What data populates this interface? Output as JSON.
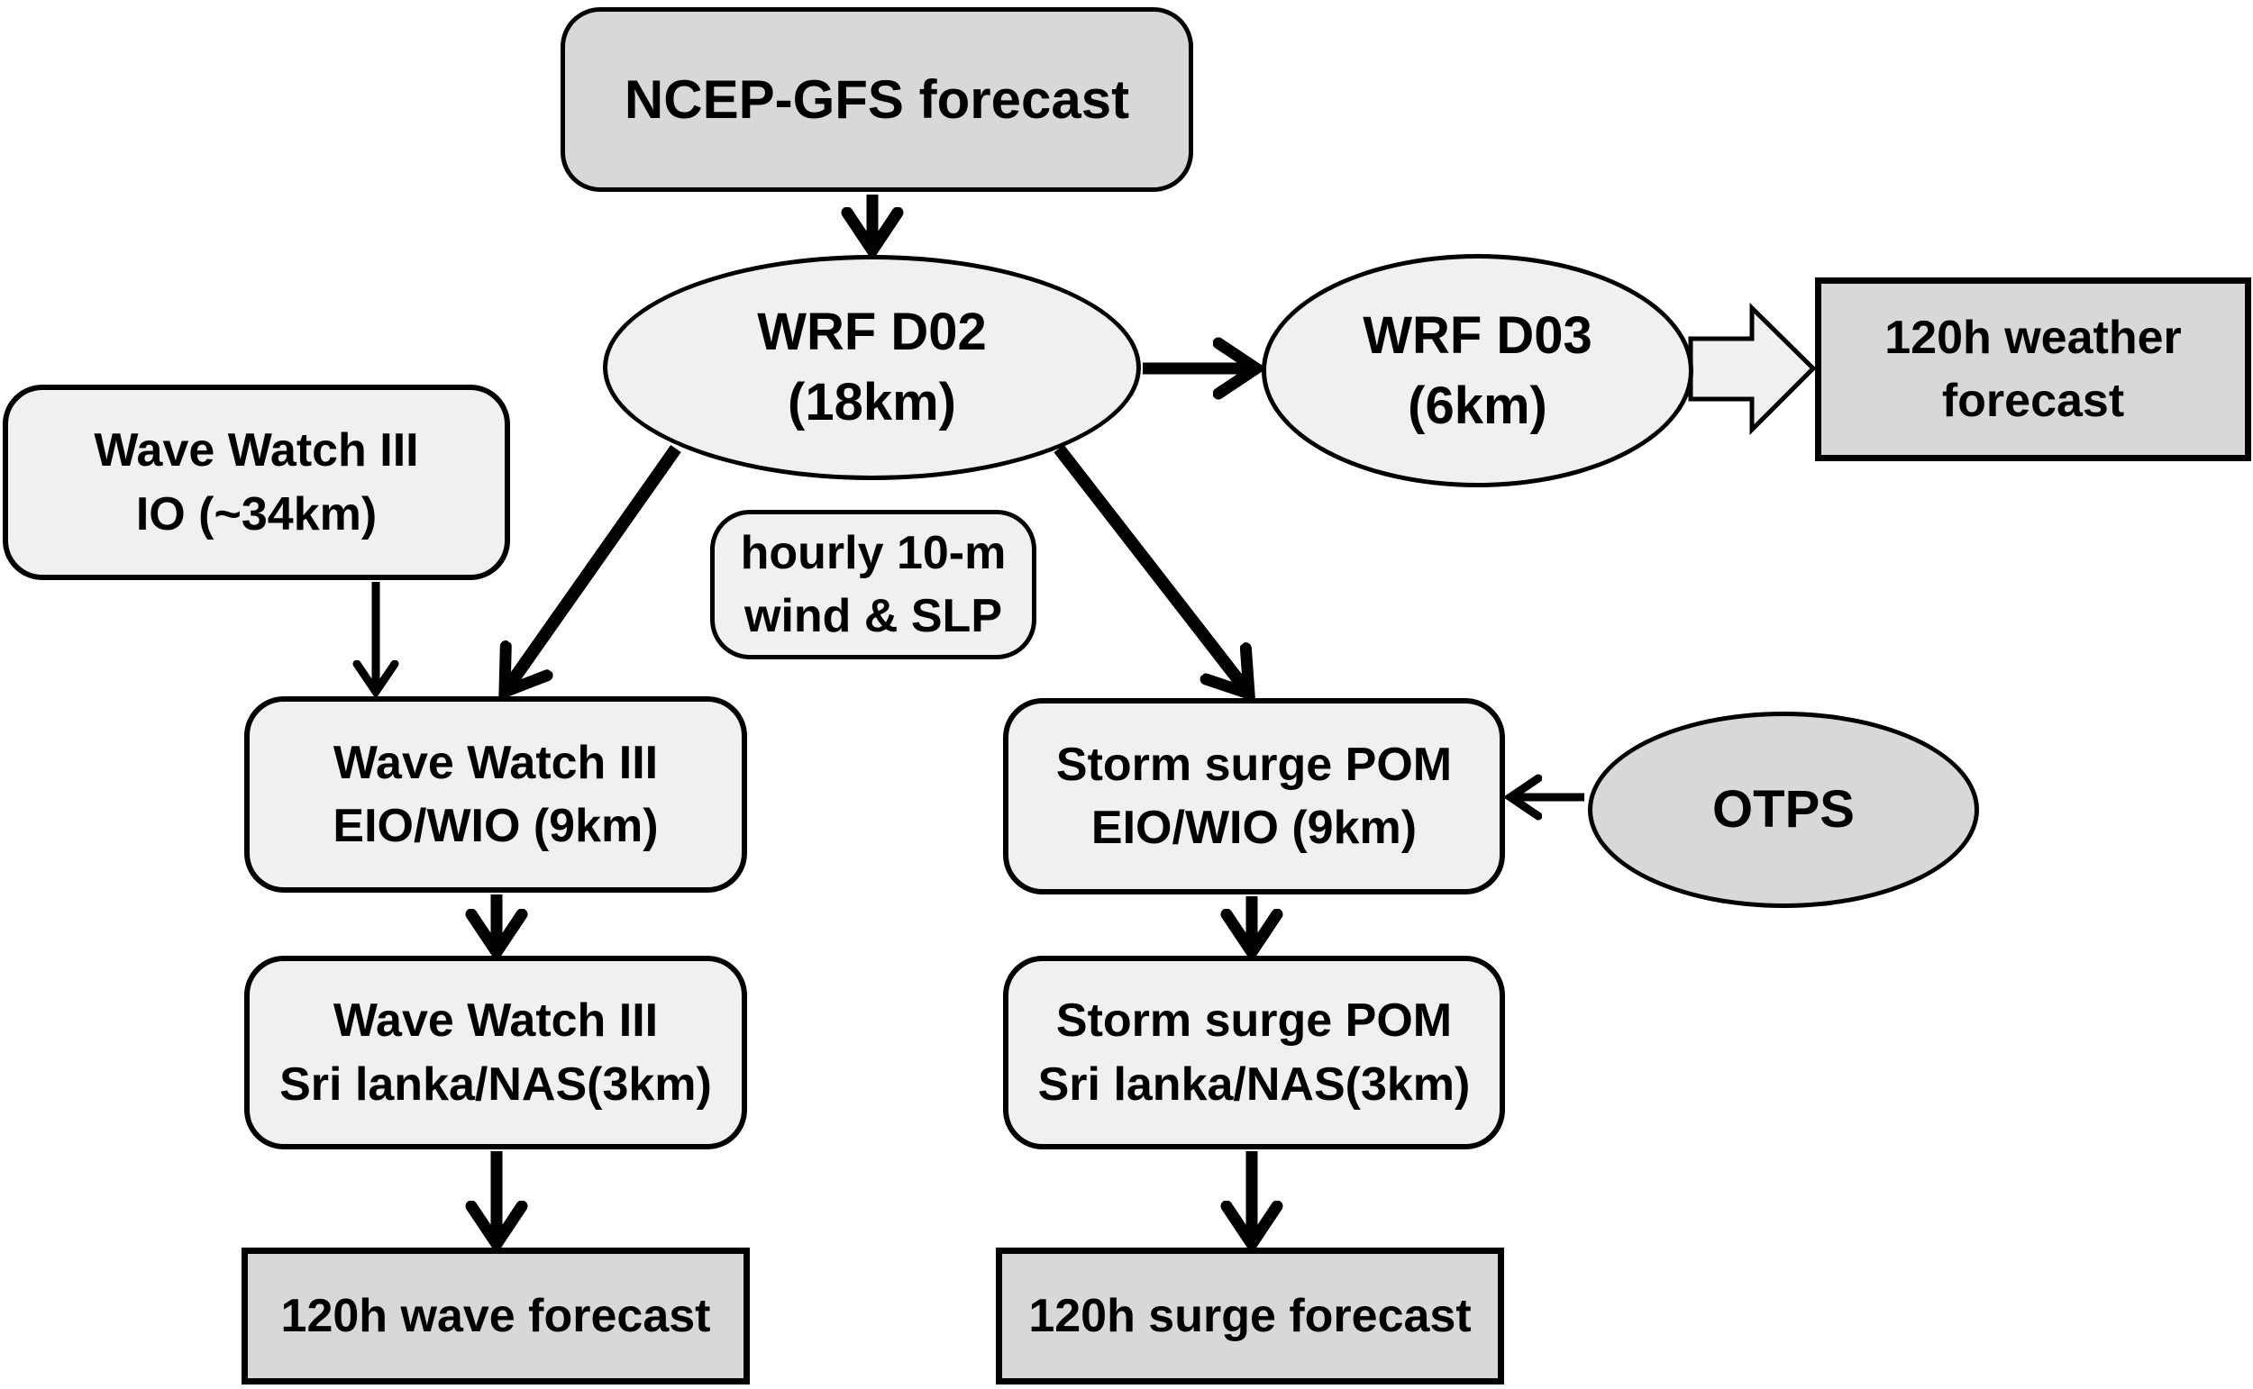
{
  "figure": {
    "kind": "flowchart",
    "background": "#ffffff",
    "colors": {
      "node_light_fill": "#f0f0f0",
      "node_gray_fill": "#d8d8d8",
      "border": "#000000",
      "arrow": "#000000",
      "text": "#000000"
    },
    "nodes": {
      "ncep": {
        "shape": "rounded-rect",
        "fill": "gray",
        "line1": "NCEP-GFS forecast"
      },
      "wrf_d02": {
        "shape": "ellipse",
        "fill": "light",
        "line1": "WRF D02",
        "line2": "(18km)"
      },
      "wrf_d03": {
        "shape": "ellipse",
        "fill": "light",
        "line1": "WRF D03",
        "line2": "(6km)"
      },
      "weather_forecast": {
        "shape": "rect",
        "fill": "gray",
        "line1": "120h weather",
        "line2": "forecast"
      },
      "ww3_io": {
        "shape": "rounded-rect",
        "fill": "light",
        "line1": "Wave Watch III",
        "line2": "IO (~34km)"
      },
      "hourly_wind": {
        "shape": "rounded-rect",
        "fill": "light",
        "line1": "hourly 10-m",
        "line2": "wind & SLP"
      },
      "ww3_eio": {
        "shape": "rounded-rect",
        "fill": "light",
        "line1": "Wave Watch III",
        "line2": "EIO/WIO (9km)"
      },
      "pom_eio": {
        "shape": "rounded-rect",
        "fill": "light",
        "line1": "Storm surge POM",
        "line2": "EIO/WIO (9km)"
      },
      "otps": {
        "shape": "ellipse",
        "fill": "gray",
        "line1": "OTPS"
      },
      "ww3_srilanka": {
        "shape": "rounded-rect",
        "fill": "light",
        "line1": "Wave Watch III",
        "line2": "Sri lanka/NAS(3km)"
      },
      "pom_srilanka": {
        "shape": "rounded-rect",
        "fill": "light",
        "line1": "Storm surge POM",
        "line2": "Sri lanka/NAS(3km)"
      },
      "wave_forecast": {
        "shape": "rect",
        "fill": "gray",
        "line1": "120h wave forecast"
      },
      "surge_forecast": {
        "shape": "rect",
        "fill": "gray",
        "line1": "120h surge forecast"
      }
    },
    "edges": [
      {
        "from": "ncep",
        "to": "wrf_d02",
        "style": "thick-arrow"
      },
      {
        "from": "wrf_d02",
        "to": "wrf_d03",
        "style": "thick-arrow"
      },
      {
        "from": "wrf_d03",
        "to": "weather_forecast",
        "style": "hollow-block-arrow"
      },
      {
        "from": "wrf_d02",
        "to": "ww3_eio",
        "style": "thick-arrow"
      },
      {
        "from": "wrf_d02",
        "to": "pom_eio",
        "style": "thick-arrow"
      },
      {
        "from": "ww3_io",
        "to": "ww3_eio",
        "style": "thin-arrow"
      },
      {
        "from": "otps",
        "to": "pom_eio",
        "style": "thin-arrow"
      },
      {
        "from": "ww3_eio",
        "to": "ww3_srilanka",
        "style": "thick-arrow"
      },
      {
        "from": "pom_eio",
        "to": "pom_srilanka",
        "style": "thick-arrow"
      },
      {
        "from": "ww3_srilanka",
        "to": "wave_forecast",
        "style": "thick-arrow"
      },
      {
        "from": "pom_srilanka",
        "to": "surge_forecast",
        "style": "thick-arrow"
      }
    ]
  }
}
